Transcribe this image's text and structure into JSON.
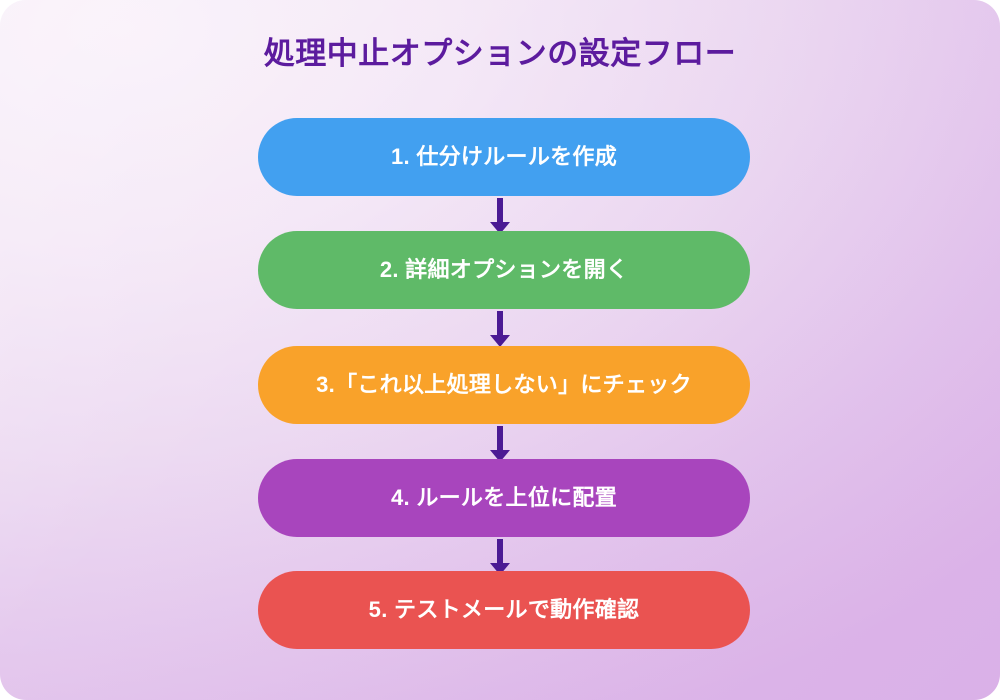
{
  "figure": {
    "title": "処理中止オプションの設定フロー",
    "title_color": "#5c1b9e",
    "background_from": "#f7ecf8",
    "background_to": "#dcb6e8",
    "connector_color": "#4b1a94",
    "label_color": "#ffffff"
  },
  "chart_data": {
    "type": "diagram",
    "diagram_type": "flowchart",
    "orientation": "vertical",
    "title": "処理中止オプションの設定フロー",
    "node_count": 5,
    "connector_count": 4,
    "nodes": [
      {
        "step": "1",
        "label": "1. 仕分けルールを作成",
        "color": "#42a0f0"
      },
      {
        "step": "2",
        "label": "2. 詳細オプションを開く",
        "color": "#5fba68"
      },
      {
        "step": "3",
        "label": "3.「これ以上処理しない」にチェック",
        "color": "#f9a22a"
      },
      {
        "step": "4",
        "label": "4. ルールを上位に配置",
        "color": "#a845bd"
      },
      {
        "step": "5",
        "label": "5. テストメールで動作確認",
        "color": "#ea5351"
      }
    ],
    "edges": [
      {
        "from": "1",
        "to": "2",
        "arrow": "down-arrow"
      },
      {
        "from": "2",
        "to": "3",
        "arrow": "down-arrow"
      },
      {
        "from": "3",
        "to": "4",
        "arrow": "down-arrow"
      },
      {
        "from": "4",
        "to": "5",
        "arrow": "down-arrow"
      }
    ]
  }
}
